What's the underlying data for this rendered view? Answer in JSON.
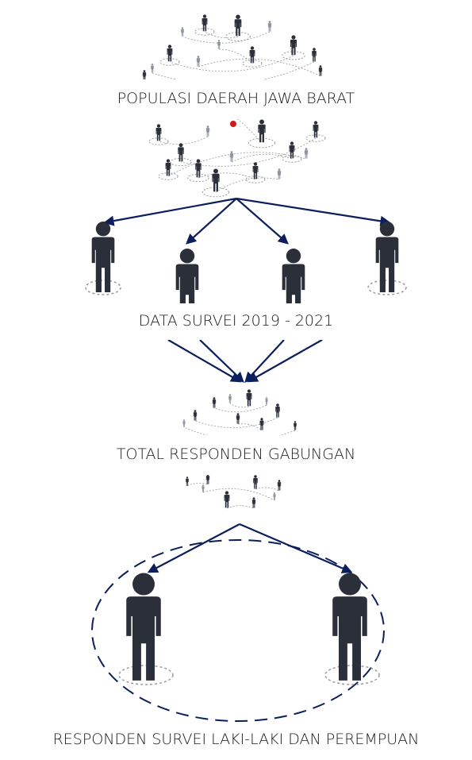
{
  "diagram": {
    "stage_1_label": "POPULASI DAERAH JAWA BARAT",
    "stage_2_label": "DATA SURVEI 2019 - 2021",
    "stage_3_label": "TOTAL RESPONDEN GABUNGAN",
    "stage_4_label": "RESPONDEN SURVEI LAKI-LAKI DAN PEREMPUAN"
  },
  "colors": {
    "arrow": "#0c1f5c",
    "person_dark": "#2b2f3a",
    "person_light": "#8c93a0",
    "accent_red": "#d11a1a",
    "dash": "#9a9a9a"
  }
}
